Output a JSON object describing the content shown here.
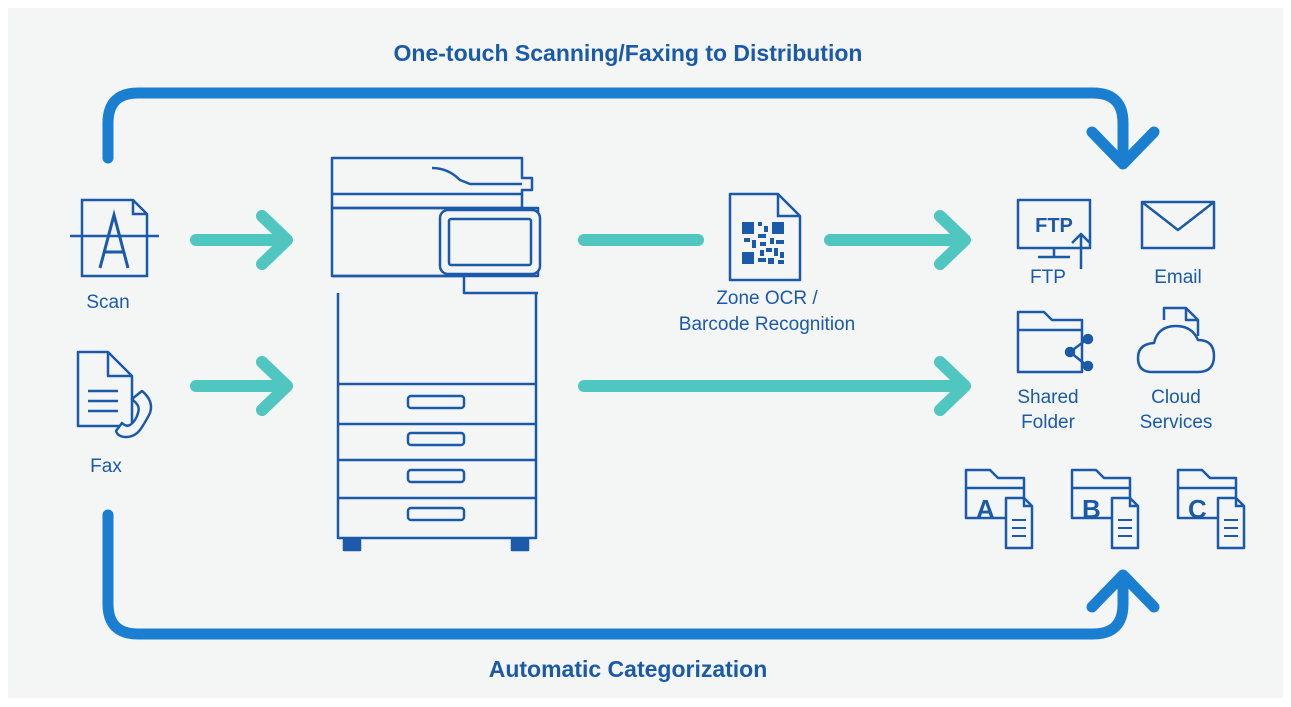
{
  "titles": {
    "top": "One-touch Scanning/Faxing to Distribution",
    "bottom": "Automatic Categorization"
  },
  "sources": {
    "scan": "Scan",
    "fax": "Fax",
    "scan_icon_letter": "A"
  },
  "processing": {
    "ocr_line1": "Zone OCR /",
    "ocr_line2": "Barcode Recognition"
  },
  "destinations": {
    "ftp_icon_text": "FTP",
    "ftp": "FTP",
    "email": "Email",
    "shared_line1": "Shared",
    "shared_line2": "Folder",
    "cloud_line1": "Cloud",
    "cloud_line2": "Services"
  },
  "categories": [
    "A",
    "B",
    "C"
  ],
  "colors": {
    "flow_blue": "#1a7fd0",
    "arrow_teal": "#4fc6c0",
    "icon_blue": "#1a5aa8",
    "background": "#f4f5f5"
  },
  "icons": {
    "scan": "scanned-document-icon",
    "fax": "fax-document-phone-icon",
    "printer": "multifunction-printer-icon",
    "qr": "qr-document-icon",
    "ftp": "ftp-monitor-icon",
    "email": "envelope-icon",
    "shared": "shared-folder-icon",
    "cloud": "cloud-document-icon",
    "category": "lettered-folder-icon"
  }
}
